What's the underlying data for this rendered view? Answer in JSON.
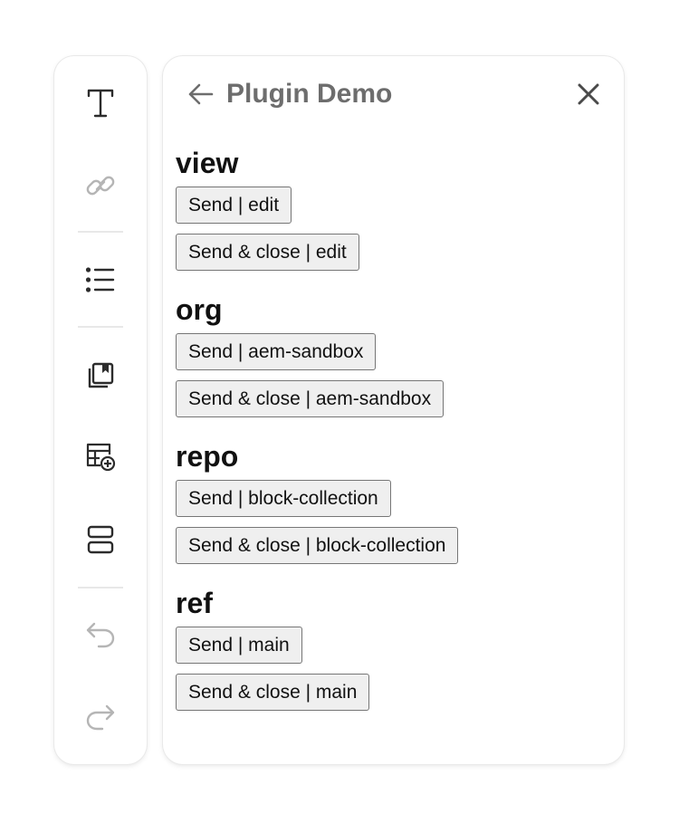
{
  "toolbar": {
    "tools": [
      {
        "icon": "text-icon"
      },
      {
        "icon": "link-icon"
      },
      {
        "icon": "bulleted-list-icon"
      },
      {
        "icon": "library-icon"
      },
      {
        "icon": "insert-table-icon"
      },
      {
        "icon": "section-break-icon"
      },
      {
        "icon": "undo-icon"
      },
      {
        "icon": "redo-icon"
      }
    ]
  },
  "panel": {
    "title": "Plugin Demo",
    "back_icon": "back-arrow-icon",
    "close_icon": "close-icon"
  },
  "sections": [
    {
      "title": "view",
      "send": "Send | edit",
      "send_close": "Send & close | edit"
    },
    {
      "title": "org",
      "send": "Send | aem-sandbox",
      "send_close": "Send & close | aem-sandbox"
    },
    {
      "title": "repo",
      "send": "Send | block-collection",
      "send_close": "Send & close | block-collection"
    },
    {
      "title": "ref",
      "send": "Send | main",
      "send_close": "Send & close | main"
    }
  ],
  "colors": {
    "icon_dark": "#2c2c2c",
    "icon_disabled": "#b5b5b5",
    "title_gray": "#6d6d6d"
  }
}
